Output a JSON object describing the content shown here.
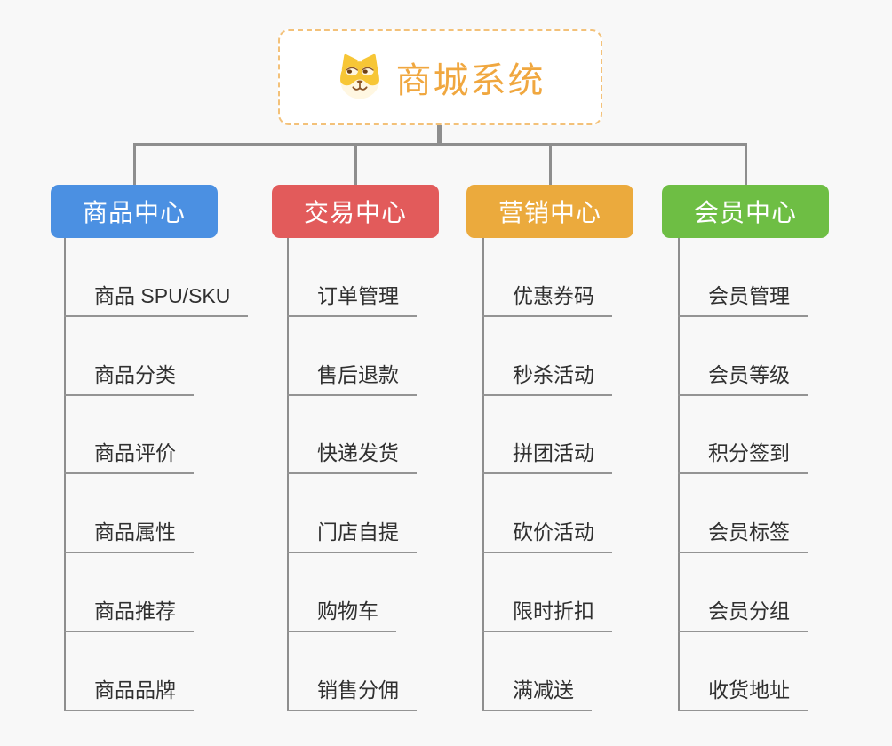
{
  "root": {
    "label": "商城系统",
    "icon": "dog-face-icon",
    "text_color": "#F0A73F",
    "border_color": "#F3C179"
  },
  "branches": [
    {
      "slug": "product-center",
      "label": "商品中心",
      "color": "#4B90E2",
      "items": [
        "商品 SPU/SKU",
        "商品分类",
        "商品评价",
        "商品属性",
        "商品推荐",
        "商品品牌"
      ]
    },
    {
      "slug": "trade-center",
      "label": "交易中心",
      "color": "#E25B5B",
      "items": [
        "订单管理",
        "售后退款",
        "快递发货",
        "门店自提",
        "购物车",
        "销售分佣"
      ]
    },
    {
      "slug": "marketing-center",
      "label": "营销中心",
      "color": "#EBAA3D",
      "items": [
        "优惠券码",
        "秒杀活动",
        "拼团活动",
        "砍价活动",
        "限时折扣",
        "满减送"
      ]
    },
    {
      "slug": "member-center",
      "label": "会员中心",
      "color": "#6EBE44",
      "items": [
        "会员管理",
        "会员等级",
        "积分签到",
        "会员标签",
        "会员分组",
        "收货地址"
      ]
    }
  ],
  "colors": {
    "background": "#F8F8F8",
    "connector": "#8E8E8E",
    "branch_text": "#FFFFFF",
    "leaf_text": "#303030",
    "leaf_underline": "#949494"
  }
}
